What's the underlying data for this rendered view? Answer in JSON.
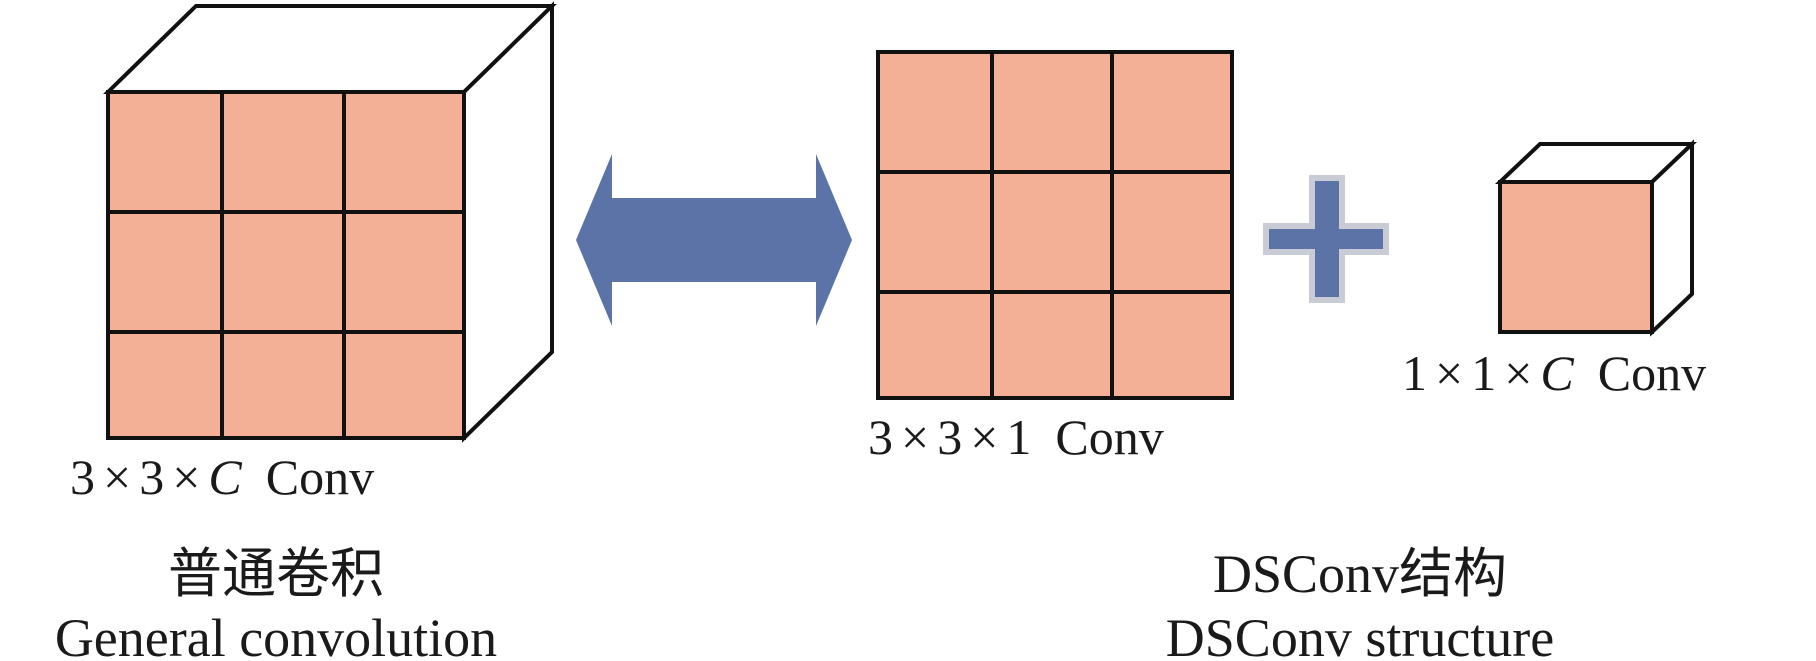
{
  "general": {
    "conv_label": {
      "a": "3",
      "x1": "×",
      "b": "3",
      "x2": "×",
      "c": "C",
      "conv": "Conv"
    },
    "caption_cn": "普通卷积",
    "caption_en": "General convolution"
  },
  "dsconv": {
    "depthwise_label": {
      "a": "3",
      "x1": "×",
      "b": "3",
      "x2": "×",
      "c": "1",
      "conv": "Conv"
    },
    "pointwise_label": {
      "a": "1",
      "x1": "×",
      "b": "1",
      "x2": "×",
      "c": "C",
      "conv": "Conv"
    },
    "caption_cn": "DSConv结构",
    "caption_en": "DSConv structure"
  },
  "colors": {
    "cell_fill": "#f4af97",
    "arrow_fill": "#5b73a6",
    "plus_fill": "#5b73a6",
    "plus_outline": "#c9ccd4",
    "stroke": "#111111"
  }
}
